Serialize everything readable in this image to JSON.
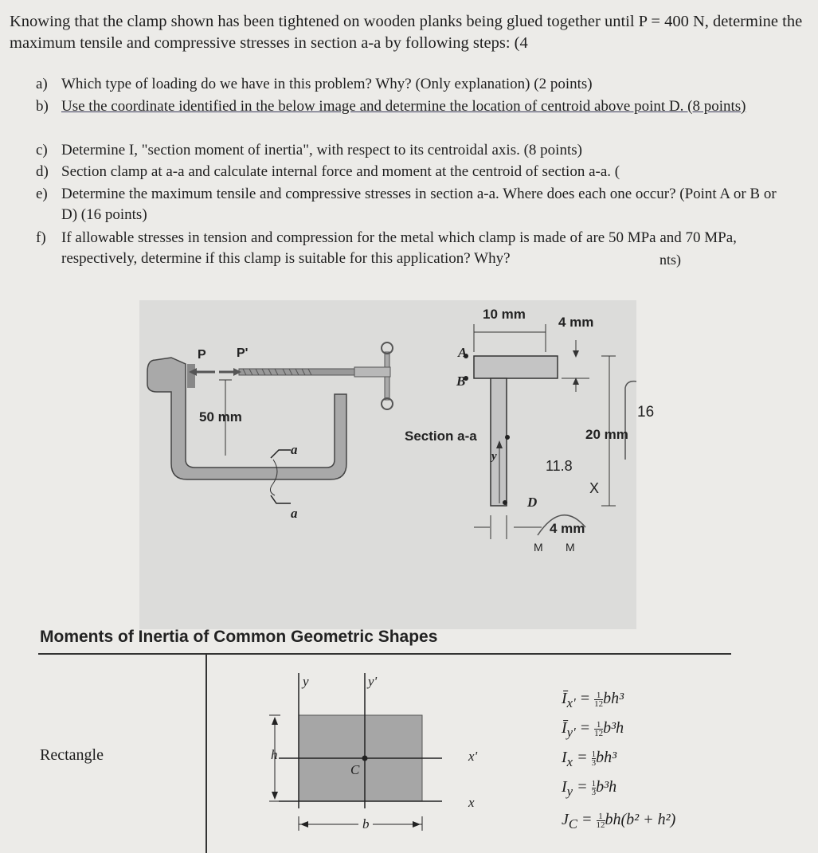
{
  "problem": {
    "intro": "Knowing that the clamp shown has been tightened on wooden planks being glued together until P = 400 N, determine the maximum tensile and compressive stresses in section a-a by following steps: (4",
    "questions": [
      {
        "label": "a)",
        "text": "Which type of loading do we have in this problem? Why? (Only explanation) (2 points)"
      },
      {
        "label": "b)",
        "text": "Use the coordinate identified in the below image and determine the location of centroid above point D. (8 points)"
      },
      {
        "label": "c)",
        "text": "Determine I, \"section moment of inertia\", with respect to its centroidal axis. (8 points)"
      },
      {
        "label": "d)",
        "text": "Section clamp at a-a and calculate internal force and moment at the centroid of section a-a. ("
      },
      {
        "label": "e)",
        "text": "Determine the maximum tensile and compressive stresses in section a-a. Where does each one occur? (Point A or B or D) (16 points)"
      },
      {
        "label": "f)",
        "text": "If allowable stresses in tension and compression for the metal which clamp is made of are 50 MPa and 70 MPa, respectively, determine if this clamp is suitable for this application? Why?"
      }
    ],
    "trailing_points": "nts)"
  },
  "figure": {
    "dim_10mm": "10 mm",
    "dim_4mm_top": "4 mm",
    "dim_50mm": "50 mm",
    "dim_20mm": "20 mm",
    "dim_4mm_bottom": "4 mm",
    "label_P": "P",
    "label_Pprime": "P'",
    "label_A": "A",
    "label_B": "B",
    "label_D": "D",
    "label_section": "Section a-a",
    "label_a1": "a",
    "label_a2": "a",
    "label_y": "y",
    "handwritten": {
      "sixteen": "16",
      "eleven_eight": "11.8",
      "x": "X",
      "m1": "M",
      "m2": "M"
    }
  },
  "inertia_table": {
    "title": "Moments of Inertia of Common Geometric Shapes",
    "shape": "Rectangle",
    "diagram_labels": {
      "y": "y",
      "y_prime": "y'",
      "x": "x",
      "x_prime": "x'",
      "h": "h",
      "b": "b",
      "C": "C"
    },
    "formulas": [
      {
        "lhs": "Ī",
        "sub": "x'",
        "frac": [
          "1",
          "12"
        ],
        "rhs": "bh³"
      },
      {
        "lhs": "Ī",
        "sub": "y'",
        "frac": [
          "1",
          "12"
        ],
        "rhs": "b³h"
      },
      {
        "lhs": "I",
        "sub": "x",
        "frac": [
          "1",
          "3"
        ],
        "rhs": "bh³"
      },
      {
        "lhs": "I",
        "sub": "y",
        "frac": [
          "1",
          "3"
        ],
        "rhs": "b³h"
      },
      {
        "lhs": "J",
        "sub": "C",
        "frac": [
          "1",
          "12"
        ],
        "rhs": "bh(b² + h²)"
      }
    ]
  }
}
